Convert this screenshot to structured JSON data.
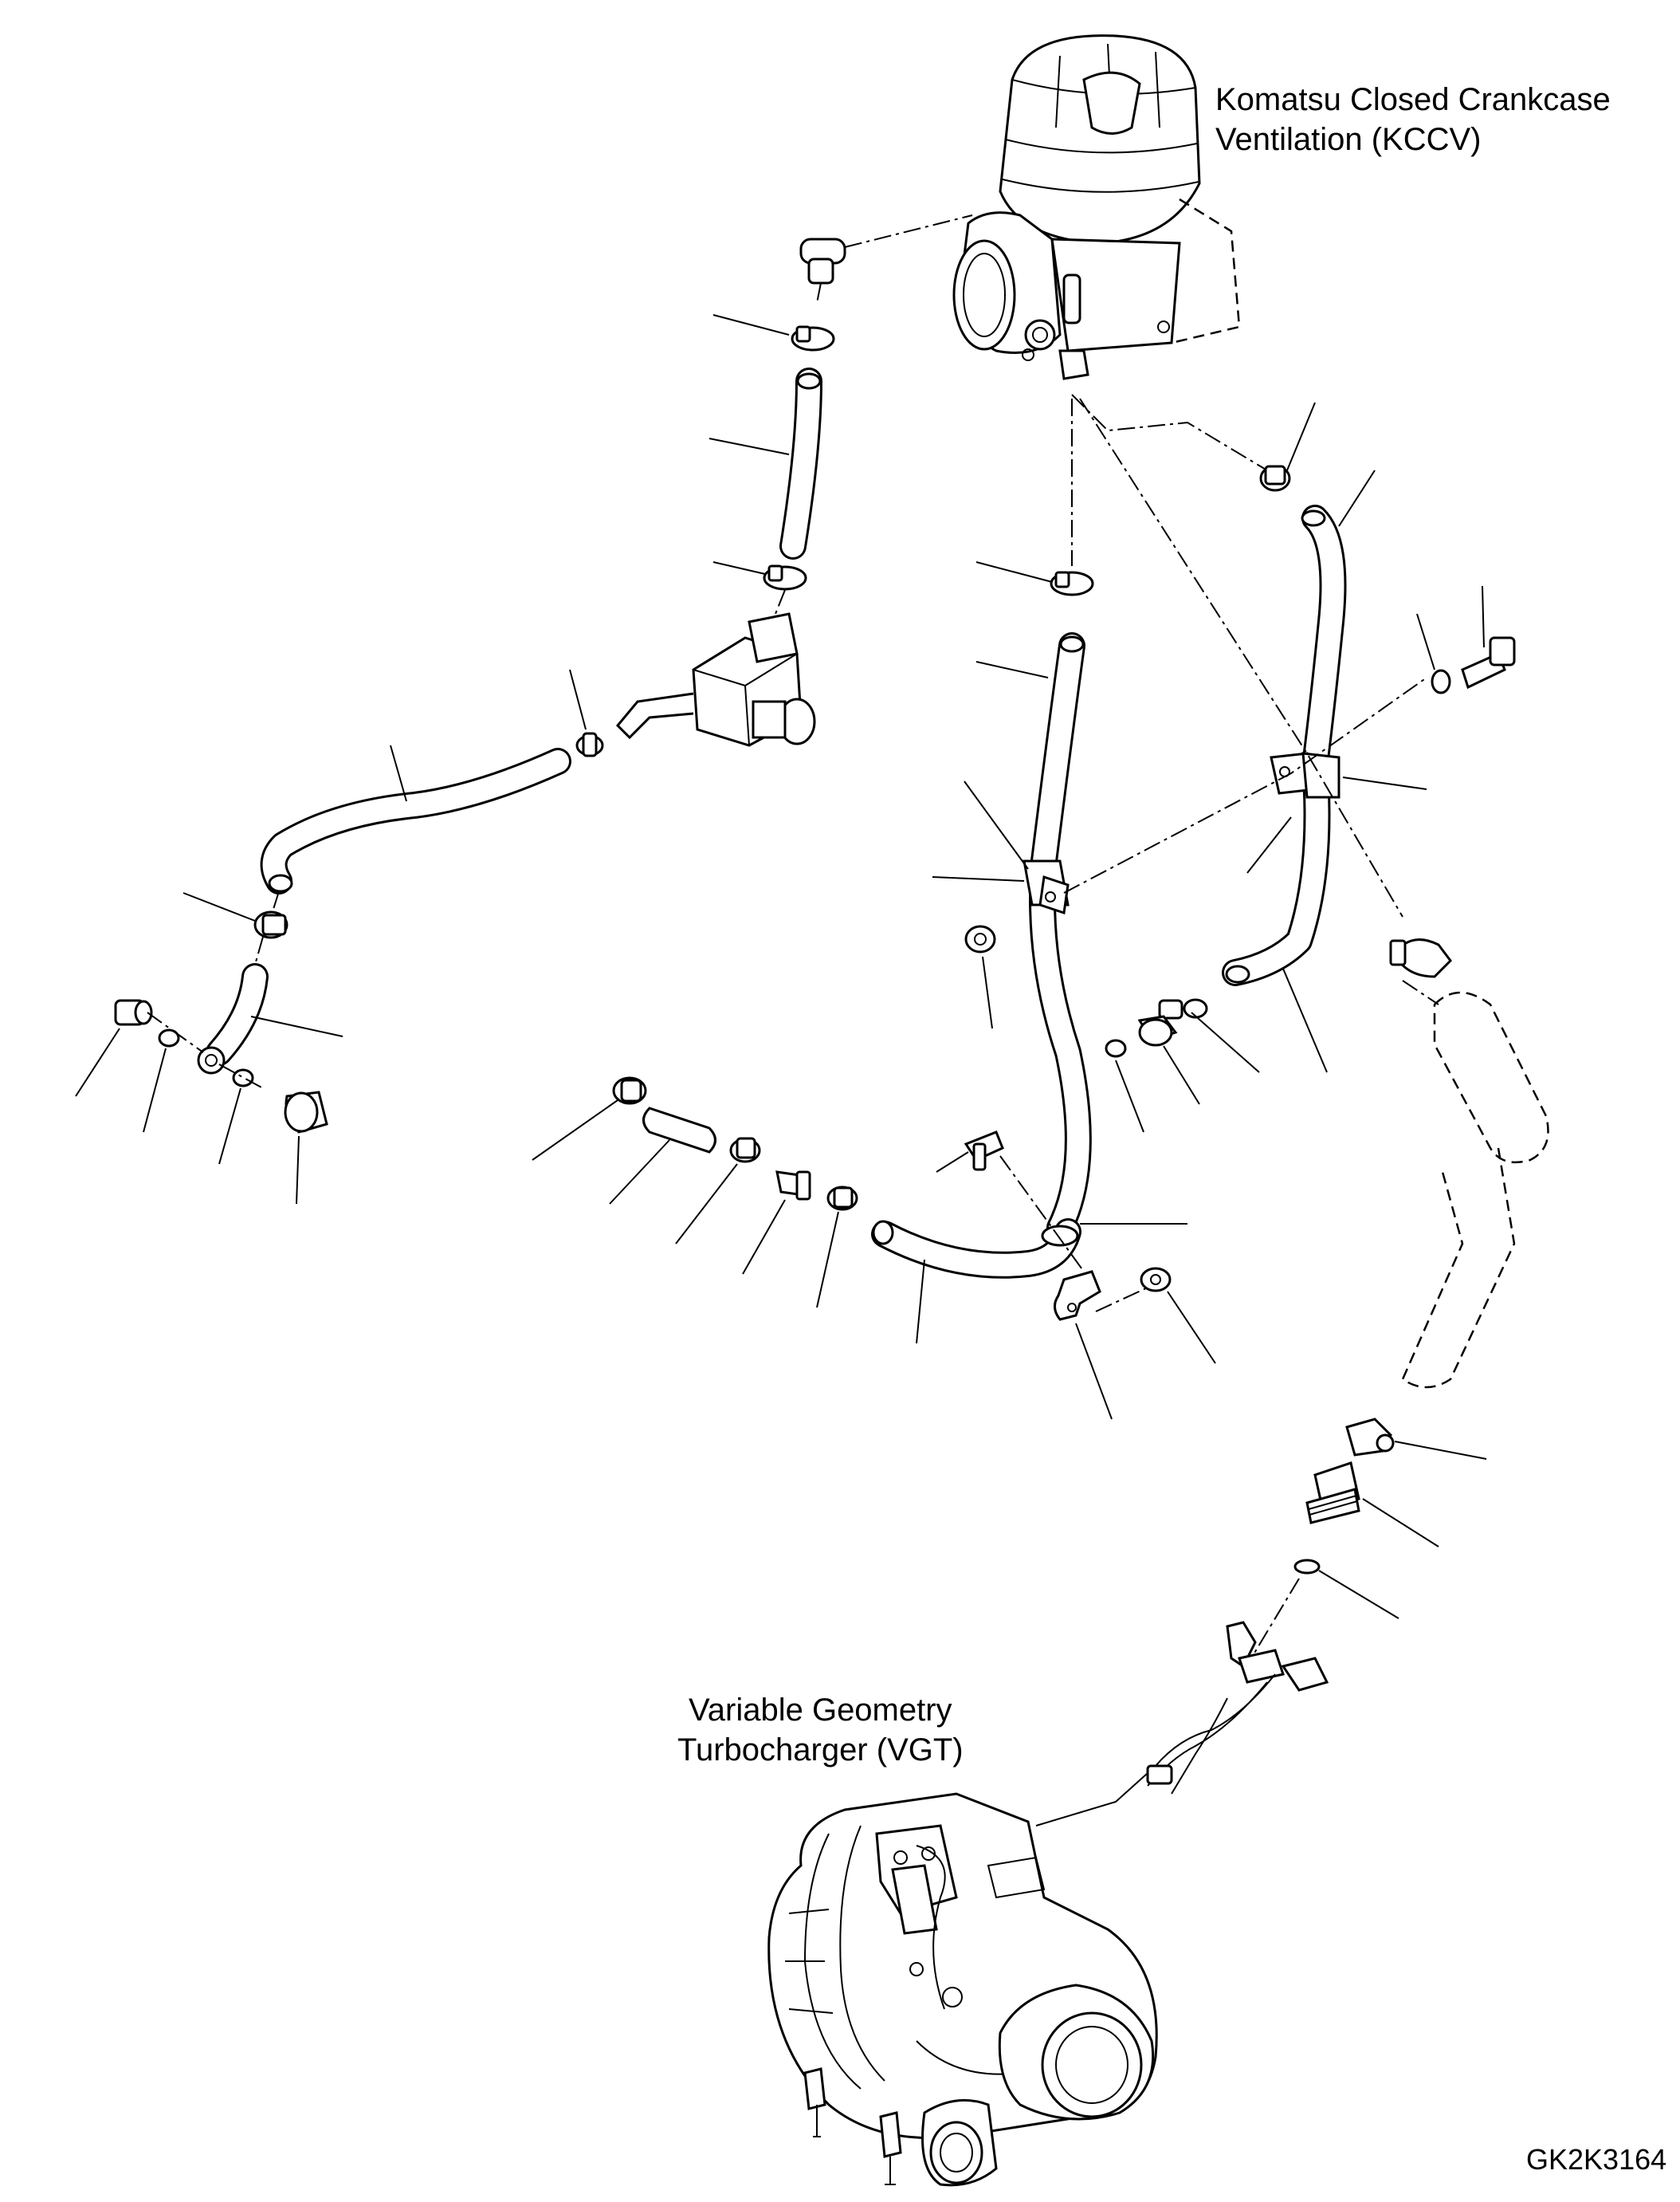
{
  "labels": {
    "kccv_line1": "Komatsu Closed Crankcase",
    "kccv_line2": "Ventilation (KCCV)",
    "vgt_line1": "Variable Geometry",
    "vgt_line2": "Turbocharger (VGT)",
    "figure_id": "GK2K3164"
  },
  "colors": {
    "line": "#000000",
    "background": "#ffffff"
  }
}
